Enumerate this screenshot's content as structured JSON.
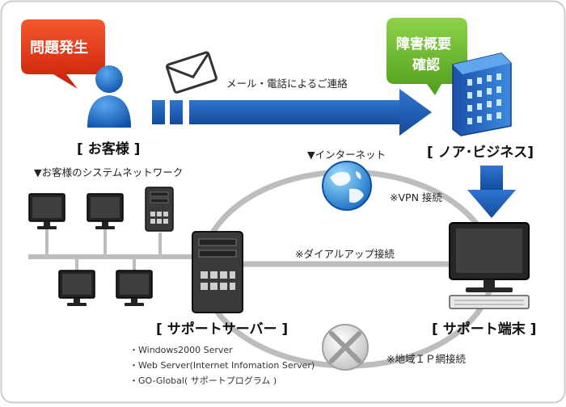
{
  "bubbles": {
    "problem": "問題発生",
    "confirm_line1": "障害概要",
    "confirm_line2": "確認"
  },
  "labels": {
    "customer": "[ お客様 ]",
    "noa_business": "[ ノア･ビジネス]",
    "support_server": "[ サポートサーバー ]",
    "support_terminal": "[ サポート端末 ]",
    "contact": "メール・電話によるご連絡",
    "customer_network": "▼お客様のシステムネットワーク",
    "internet": "▼インターネット",
    "vpn": "※VPN 接続",
    "dialup": "※ダイアルアップ接続",
    "regional_ip": "※地域ＩＰ網接続"
  },
  "server_specs": [
    "・Windows2000 Server",
    "・Web Server(Internet Infomation Server)",
    "・GO-Global( サポートプログラム )"
  ],
  "colors": {
    "problem_bubble": "#e03010",
    "confirm_bubble": "#6cb82c",
    "arrow_blue": "#1e5bb4",
    "line_gray": "#b8b8b8",
    "frame_border": "#cccccc"
  },
  "icons": {
    "customer": "person-icon",
    "noa_business": "building-icon",
    "mail": "envelope-icon",
    "internet": "globe-icon",
    "router": "router-icon",
    "server": "server-tower-icon",
    "terminal": "desktop-computer-icon"
  }
}
